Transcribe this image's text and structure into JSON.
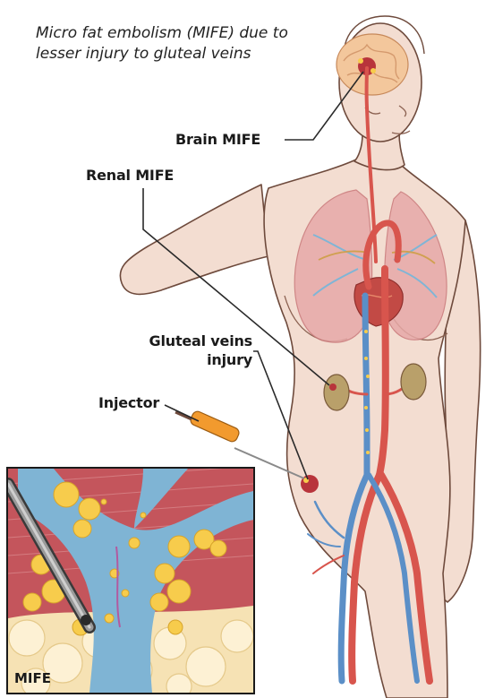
{
  "caption": "Micro fat embolism (MIFE) due to lesser injury to gluteal veins",
  "labels": {
    "brain": "Brain MIFE",
    "renal": "Renal MIFE",
    "gluteal_line1": "Gluteal veins",
    "gluteal_line2": "injury",
    "injector": "Injector",
    "inset": "MIFE"
  },
  "colors": {
    "skin": "#f3ddd1",
    "outline": "#6e4a3c",
    "artery": "#d8554d",
    "vein": "#5b8fc7",
    "lung": "#e7a9a8",
    "brain": "#f3c79c",
    "fat": "#f7cc4c",
    "injector": "#f29a2e",
    "muscle": "#c4555c"
  }
}
